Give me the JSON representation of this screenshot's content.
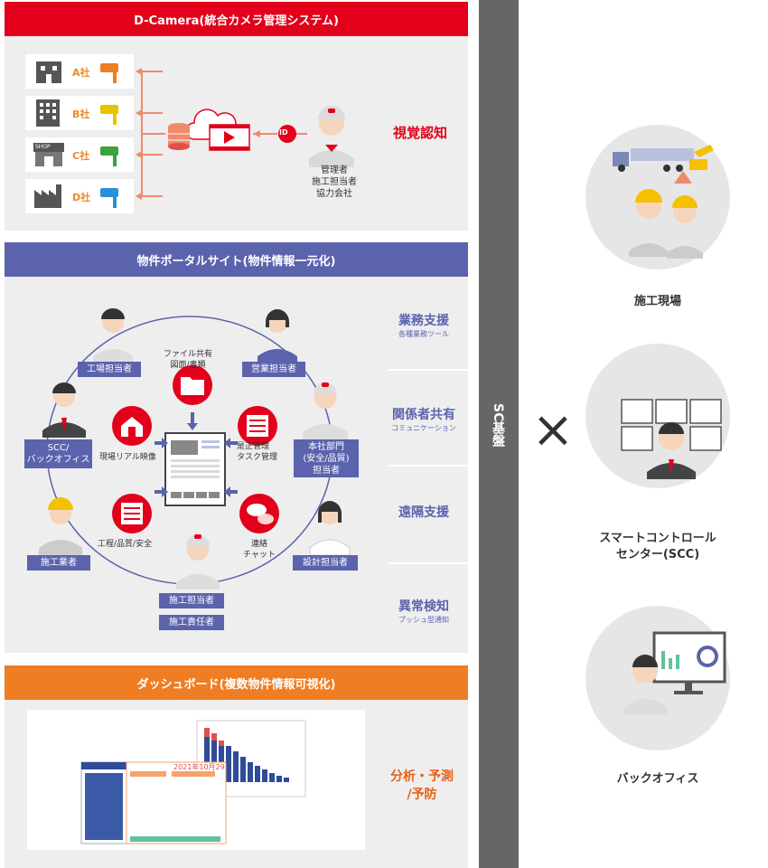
{
  "colors": {
    "red": "#e2001a",
    "navy": "#5b63ad",
    "orange": "#ef7d23",
    "gray_bar": "#666666",
    "panel": "#eeeeee"
  },
  "dcamera": {
    "title": "D-Camera(統合カメラ管理システム)",
    "companies": [
      "A社",
      "B社",
      "C社",
      "D社"
    ],
    "shop_sign": "SHOP",
    "id_badge": "ID",
    "roles": "管理者\n施工担当者\n協力会社",
    "feature": "視覚認知"
  },
  "portal": {
    "title": "物件ポータルサイト(物件情報一元化)",
    "roles": {
      "factory": "工場担当者",
      "sales": "営業担当者",
      "scc": "SCC/\nバックオフィス",
      "hq": "本社部門\n(安全/品質)\n担当者",
      "worker": "施工業者",
      "design": "設計担当者",
      "site_manager": "施工担当者",
      "site_chief": "施工責任者"
    },
    "functions": {
      "file": "ファイル共有\n図面/書類",
      "video": "現場リアル映像",
      "task": "是正管理\nタスク管理",
      "process": "工程/品質/安全",
      "chat": "連絡\nチャット"
    },
    "features": [
      {
        "title": "業務支援",
        "sub": "各種業務ツール"
      },
      {
        "title": "関係者共有",
        "sub": "コミュニケーション"
      },
      {
        "title": "遠隔支援",
        "sub": ""
      },
      {
        "title": "異常検知",
        "sub": "プッシュ型通知"
      }
    ]
  },
  "dashboard": {
    "title": "ダッシュボード(複数物件情報可視化)",
    "feature": "分析・予測\n/予防",
    "report_date": "2021年10月29"
  },
  "sc_bar": "SC基盤",
  "cross": "×",
  "right": {
    "site": "施工現場",
    "scc": "スマートコントロール\nセンター(SCC)",
    "office": "バックオフィス"
  }
}
